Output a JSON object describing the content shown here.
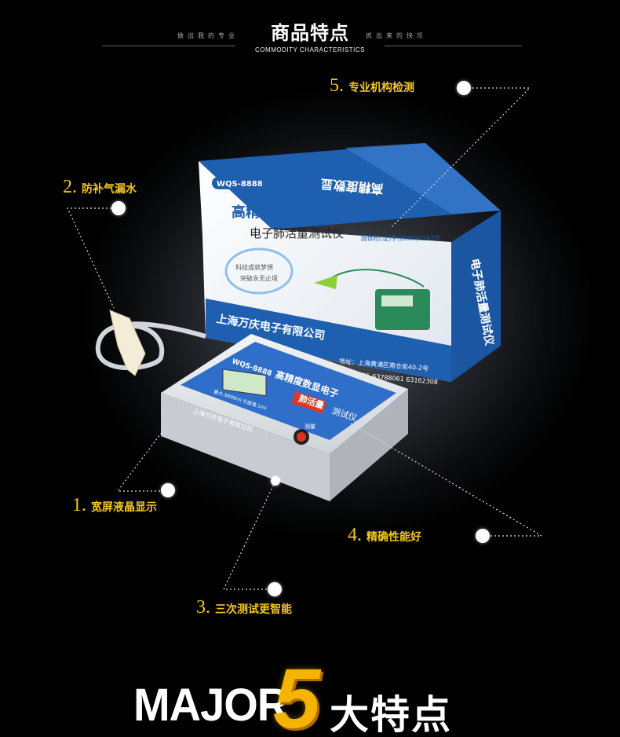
{
  "header": {
    "title": "商品特点",
    "subtitle": "COMMODITY CHARACTERISTICS",
    "left_small": "做出我的专业",
    "right_small": "抓出来的快乐"
  },
  "features": [
    {
      "num": "1.",
      "label": "宽屏液晶显示"
    },
    {
      "num": "2.",
      "label": "防补气漏水"
    },
    {
      "num": "3.",
      "label": "三次测试更智能"
    },
    {
      "num": "4.",
      "label": "精确性能好"
    },
    {
      "num": "5.",
      "label": "专业机构检测"
    }
  ],
  "box": {
    "model": "WQS-8888",
    "title": "高精度数显",
    "subtitle": "电子肺活量测试仪",
    "company": "上海万庆电子有限公司",
    "cert": "国体检(证)字(2008)0197号",
    "slogan1": "科技成就梦想",
    "slogan2": "突破永无止境",
    "address": "地址：上海黄浦区南仓街40-2号",
    "phone": "电话：021-63788061 63162308",
    "side_text": "电子肺活量测试仪",
    "top_text": "高精度数显"
  },
  "device": {
    "model": "WQS-8888",
    "title": "高精度数显电子",
    "tag": "肺活量",
    "suffix": "测试仪",
    "button": "测量",
    "small1": "最大:9999ml 分度值:1ml",
    "company": "上海万庆电子有限公司"
  },
  "bottom": {
    "major": "MAJOR",
    "five": "5",
    "tail": "大特点"
  },
  "colors": {
    "accent_yellow": "#f2c81e",
    "box_blue": "#1f5fb0",
    "five_orange": "#f5b400"
  }
}
